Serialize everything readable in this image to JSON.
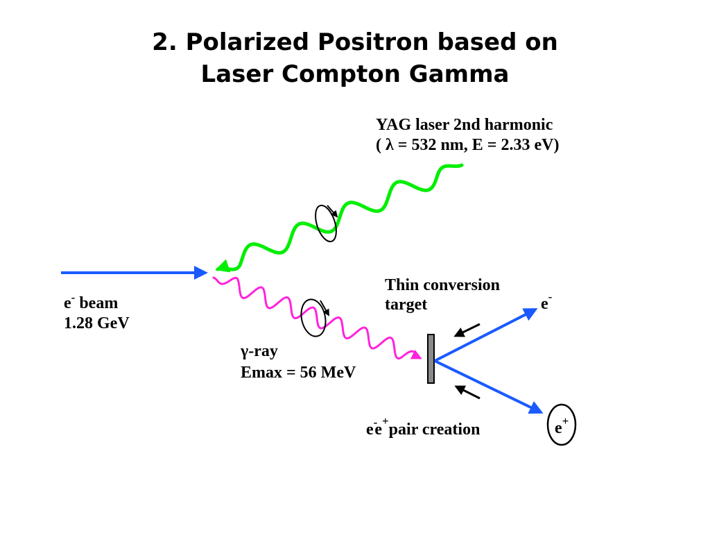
{
  "title": {
    "line1": "2. Polarized Positron based on",
    "line2": "Laser Compton Gamma"
  },
  "diagram": {
    "laser": {
      "line1": "YAG laser 2nd harmonic",
      "line2": "( λ = 532 nm, E = 2.33 eV)",
      "color": "#00ee00"
    },
    "electron_beam": {
      "particle": "e",
      "charge": "-",
      "word": " beam",
      "energy": "1.28 GeV",
      "color": "#1a5aff"
    },
    "gamma": {
      "line1": "γ-ray",
      "line2": "Emax = 56 MeV",
      "color": "#ff22dd"
    },
    "target": {
      "line1": "Thin conversion",
      "line2": "target"
    },
    "pair": {
      "e1": "e",
      "c1": "-",
      "e2": "e",
      "c2": "+",
      "text": "pair creation"
    },
    "outgoing_electron": {
      "particle": "e",
      "charge": "-"
    },
    "outgoing_positron": {
      "particle": "e",
      "charge": "+"
    }
  }
}
